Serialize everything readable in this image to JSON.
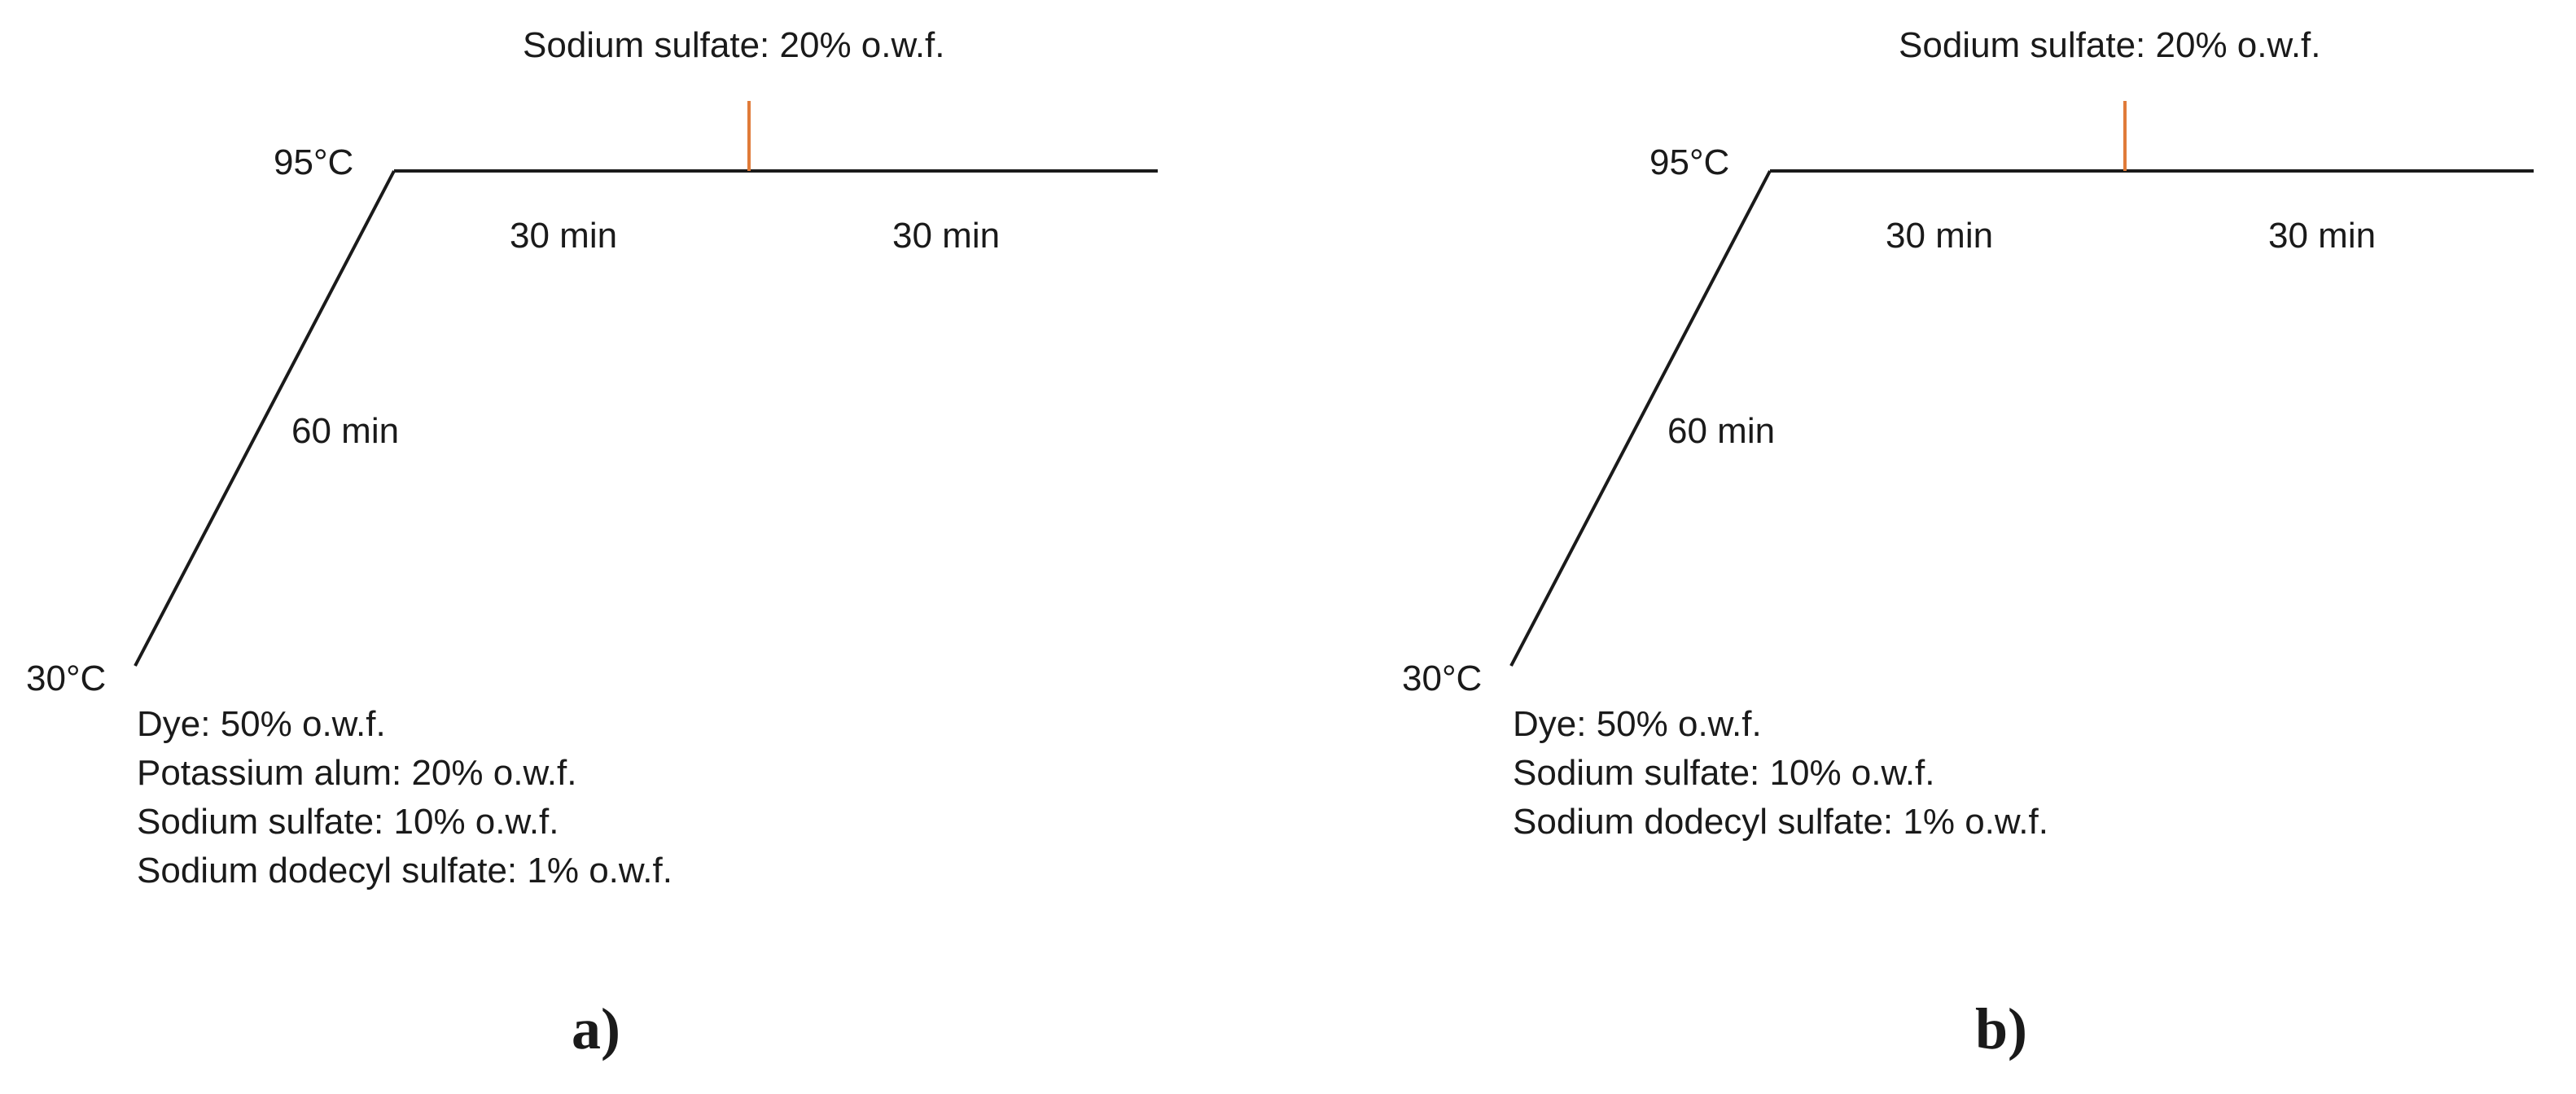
{
  "panels": [
    {
      "caption": "a)",
      "start_temp": "30°C",
      "hold_temp": "95°C",
      "ramp_time": "60 min",
      "hold_segments": [
        "30 min",
        "30 min"
      ],
      "addition_note": "Sodium sulfate: 20% o.w.f.",
      "recipe": [
        "Dye: 50% o.w.f.",
        "Potassium alum: 20% o.w.f.",
        "Sodium sulfate: 10% o.w.f.",
        "Sodium dodecyl sulfate: 1% o.w.f."
      ]
    },
    {
      "caption": "b)",
      "start_temp": "30°C",
      "hold_temp": "95°C",
      "ramp_time": "60 min",
      "hold_segments": [
        "30 min",
        "30 min"
      ],
      "addition_note": "Sodium sulfate: 20% o.w.f.",
      "recipe": [
        "Dye: 50% o.w.f.",
        "Sodium sulfate: 10% o.w.f.",
        "Sodium dodecyl sulfate: 1% o.w.f."
      ]
    }
  ],
  "colors": {
    "line": "#1a1a1a",
    "addition_marker": "#e07b39"
  }
}
